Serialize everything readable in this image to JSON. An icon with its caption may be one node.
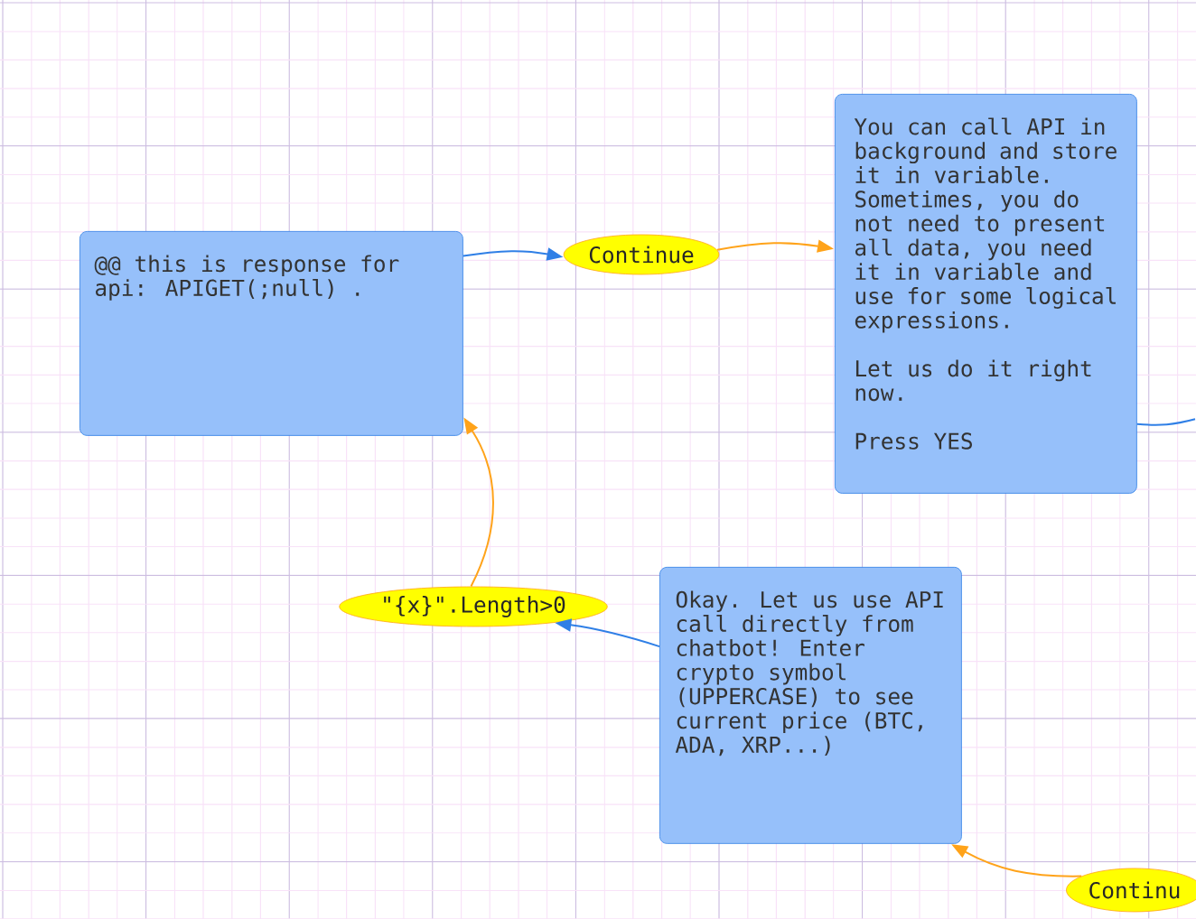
{
  "diagram": {
    "nodes": [
      {
        "text": [
          "@@ this is response for api: APIGET(;null) ."
        ]
      },
      {
        "text": [
          "Continue"
        ]
      },
      {
        "text": [
          "You can call API in background and store it in variable. Sometimes, you do not need to present all data, you need it in variable and use for some logical expressions.",
          "Let us do it right now.",
          "Press YES"
        ]
      },
      {
        "text": [
          "\"{x}\".Length>0"
        ]
      },
      {
        "text": [
          "Okay. Let us use API call directly from chatbot! Enter crypto symbol (UPPERCASE) to see current price  (BTC, ADA, XRP...)"
        ]
      },
      {
        "text": [
          "Continu"
        ]
      }
    ],
    "edges": [
      {
        "from": 0,
        "to": 1,
        "arrow": "to",
        "color": "#2f7fe6"
      },
      {
        "from": 1,
        "to": 2,
        "arrow": "to",
        "color": "#ffa31a"
      },
      {
        "from": 2,
        "to": null,
        "arrow": "none",
        "color": "#2f7fe6"
      },
      {
        "from": 4,
        "to": 3,
        "arrow": "to",
        "color": "#2f7fe6"
      },
      {
        "from": 3,
        "to": 0,
        "arrow": "to",
        "color": "#ffa31a"
      },
      {
        "from": 5,
        "to": 4,
        "arrow": "to",
        "color": "#ffa31a"
      }
    ]
  }
}
